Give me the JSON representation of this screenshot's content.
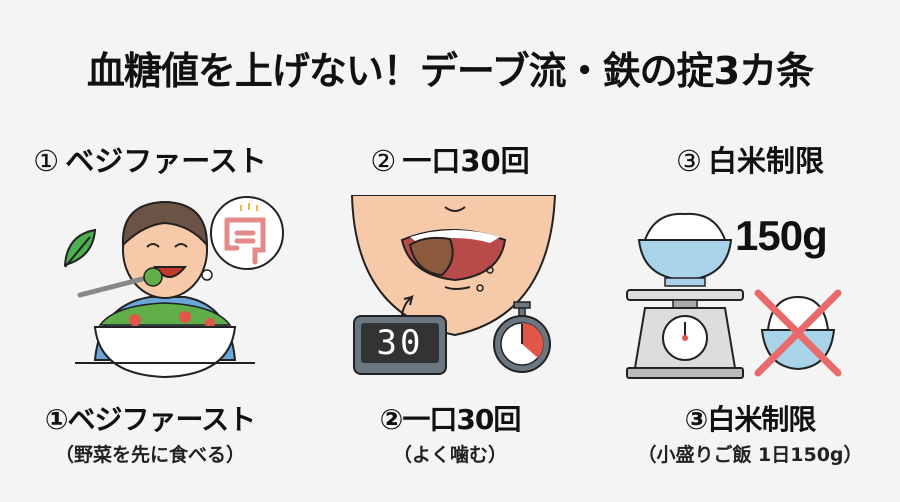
{
  "title": "血糖値を上げない！デーブ流・鉄の掟3カ条",
  "rules": [
    {
      "number": "①",
      "heading": "ベジファースト",
      "caption": "①ベジファースト",
      "subcaption": "（野菜を先に食べる）",
      "illustration": "boy-eating-salad-icon"
    },
    {
      "number": "②",
      "heading": "一口30回",
      "caption": "②一口30回",
      "subcaption": "（よく噛む）",
      "illustration": "chewing-mouth-icon",
      "counter_display": "30"
    },
    {
      "number": "③",
      "heading": "白米制限",
      "caption": "③白米制限",
      "subcaption": "（小盛りご飯 1日150g）",
      "illustration": "rice-scale-icon",
      "weight_label": "150g"
    }
  ],
  "colors": {
    "background": "#f4f4f4",
    "text": "#111111",
    "skin": "#f6c9a8",
    "shirt": "#6aa6d8",
    "bowl": "#a9d3e8",
    "leaf": "#4caf50",
    "cross": "#e86a6a",
    "meat": "#8b5a3c"
  }
}
